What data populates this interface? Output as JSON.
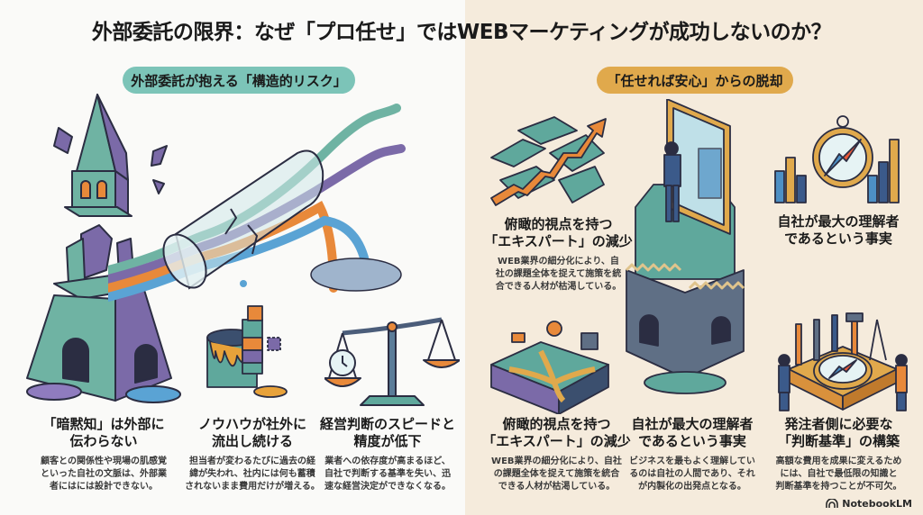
{
  "title": "外部委託の限界：なぜ「プロ任せ」ではWEBマーケティングが成功しないのか？",
  "colors": {
    "left_bg": "#fafaf8",
    "right_bg": "#f5ebdc",
    "teal": "#5fa89c",
    "purple": "#7b6aa8",
    "orange": "#e8893a",
    "blue": "#4d8fc4",
    "gold": "#e0a94c",
    "navy": "#3b4f6e"
  },
  "left": {
    "pill": "外部委託が抱える「構造的リスク」",
    "cards": [
      {
        "heading": "「暗黙知」は外部に\n伝わらない",
        "body": "顧客との関係性や現場の肌感覚\nといった自社の文脈は、外部業\n者にはには設計できない。"
      },
      {
        "heading": "ノウハウが社外に\n流出し続ける",
        "body": "担当者が変わるたびに過去の経\n緯が失われ、社内には何も蓄積\nされないまま費用だけが増える。"
      },
      {
        "heading": "経営判断のスピードと\n精度が低下",
        "body": "業者への依存度が高まるほど、\n自社で判断する基準を失い、迅\n速な経営決定ができなくなる。"
      }
    ]
  },
  "right": {
    "pill": "「任せれば安心」からの脱却",
    "cards": [
      {
        "heading": "俯瞰的視点を持つ\n「エキスパート」の減少",
        "body": "WEB業界の細分化により、自\n社の課題全体を捉えて施策を統\n合できる人材が枯渇している。"
      },
      {
        "heading": "自社が最大の理解者\nであるという事実",
        "body": ""
      },
      {
        "heading": "俯瞰的視点を持つ\n「エキスパート」の減少",
        "body": "WEB業界の細分化により、自社\nの課題全体を捉えて施策を統合\nできる人材が枯渇している。"
      },
      {
        "heading": "自社が最大の理解者\nであるという事実",
        "body": "ビジネスを最もよく理解してい\nるのは自社の人間であり、それ\nが内製化の出発点となる。"
      },
      {
        "heading": "発注者側に必要な\n「判断基準」の構築",
        "body": "高額な費用を成果に変えるため\nには、自社で最低限の知識と\n判断基準を持つことが不可欠。"
      }
    ]
  },
  "brand": {
    "icon": "notebooklm-logo-icon",
    "label": "NotebookLM"
  }
}
